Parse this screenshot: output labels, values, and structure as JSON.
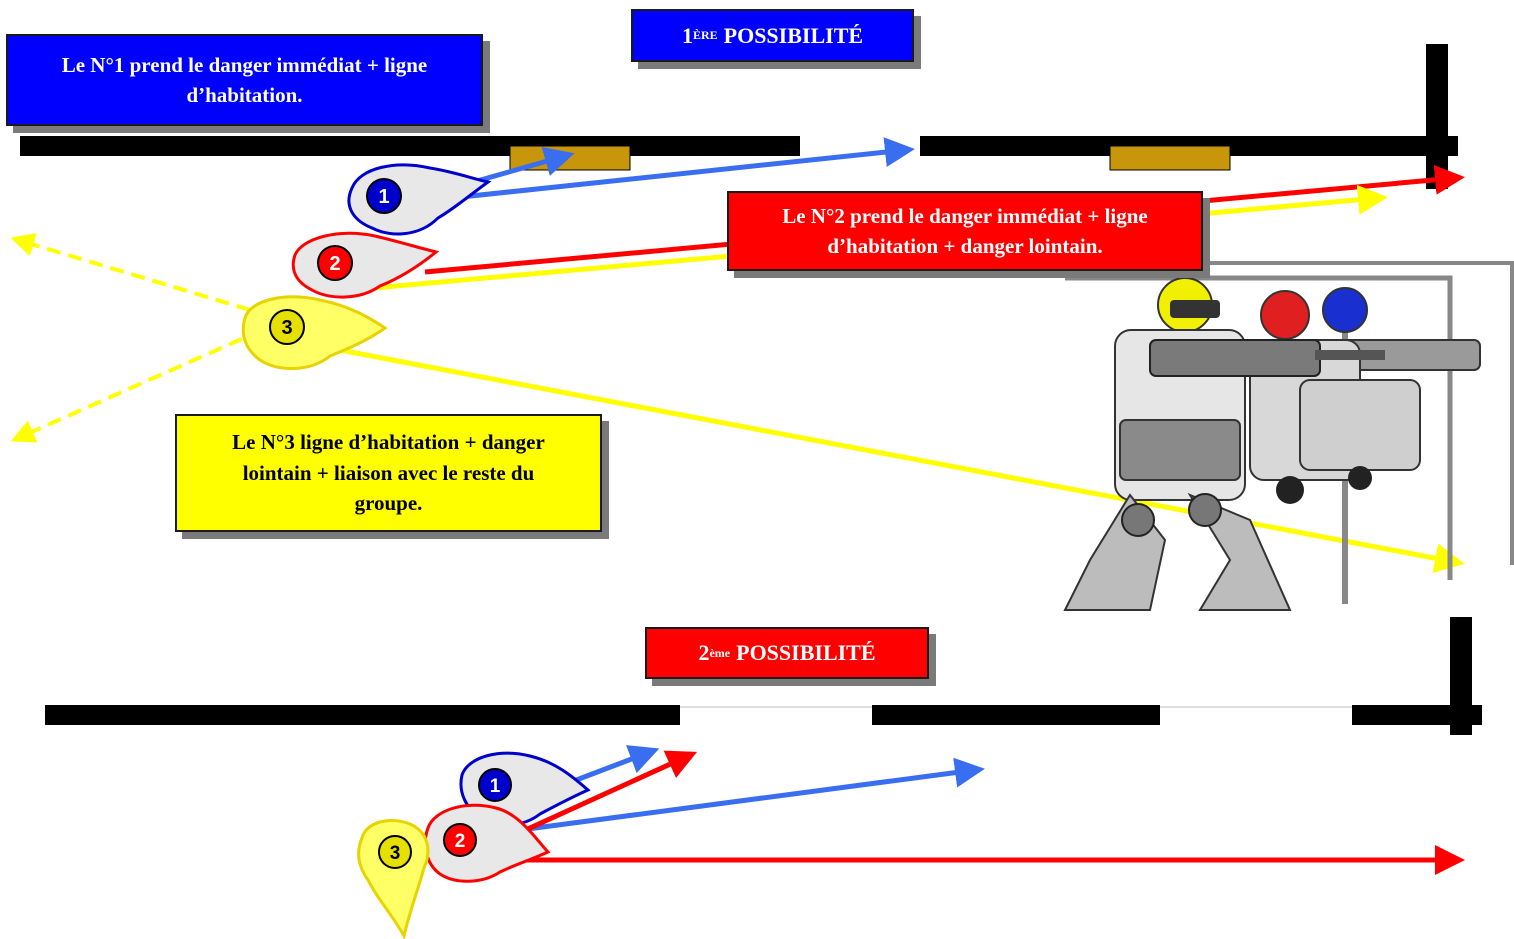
{
  "colors": {
    "blue_box": "#0000ff",
    "red_box": "#ff0000",
    "yellow_box": "#ffff00",
    "arrow_blue": "#3a6ef0",
    "arrow_red": "#ff0000",
    "arrow_yellow": "#ffff00",
    "wall": "#000000",
    "window": "#c8960a"
  },
  "possibility_1": {
    "title_sup": "ÈRE",
    "title_number": "1",
    "title_text": "POSSIBILITÉ",
    "note_n1": "Le N°1 prend le danger immédiat + ligne d’habitation.",
    "note_n2": "Le N°2 prend le danger immédiat + ligne d’habitation + danger lointain.",
    "note_n3": "Le N°3 ligne d’habitation + danger lointain + liaison avec le reste du groupe."
  },
  "possibility_2": {
    "title_number": "2",
    "title_sup": "ème",
    "title_text": "POSSIBILITÉ"
  },
  "soldiers": {
    "n1": "1",
    "n2": "2",
    "n3": "3"
  },
  "icons": [
    "soldier-icon",
    "armed-team-illustration",
    "arrow-icon"
  ]
}
